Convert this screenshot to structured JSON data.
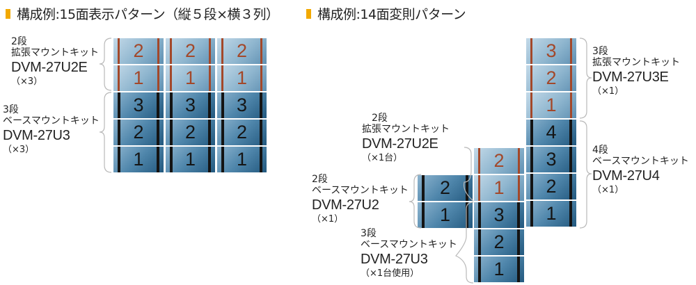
{
  "colors": {
    "bullet": "#f2a900",
    "extension": "#a3482a",
    "base": "#141414"
  },
  "left": {
    "title": "構成例:15面表示パターン（縦５段×横３列）",
    "columns": [
      [
        {
          "n": "2",
          "k": "ext"
        },
        {
          "n": "1",
          "k": "ext"
        },
        {
          "n": "3",
          "k": "base"
        },
        {
          "n": "2",
          "k": "base"
        },
        {
          "n": "1",
          "k": "base"
        }
      ],
      [
        {
          "n": "2",
          "k": "ext"
        },
        {
          "n": "1",
          "k": "ext"
        },
        {
          "n": "3",
          "k": "base"
        },
        {
          "n": "2",
          "k": "base"
        },
        {
          "n": "1",
          "k": "base"
        }
      ],
      [
        {
          "n": "2",
          "k": "ext"
        },
        {
          "n": "1",
          "k": "ext"
        },
        {
          "n": "3",
          "k": "base"
        },
        {
          "n": "2",
          "k": "base"
        },
        {
          "n": "1",
          "k": "base"
        }
      ]
    ],
    "labels": [
      {
        "tiers": "2段",
        "kind": "拡張マウントキット",
        "model": "DVM-27U2E",
        "qty": "（×3）"
      },
      {
        "tiers": "3段",
        "kind": "ベースマウントキット",
        "model": "DVM-27U3",
        "qty": "（×3）"
      }
    ]
  },
  "right": {
    "title": "構成例:14面変則パターン",
    "columns": [
      [
        {
          "n": "2",
          "k": "base"
        },
        {
          "n": "1",
          "k": "base"
        }
      ],
      [
        {
          "n": "2",
          "k": "ext"
        },
        {
          "n": "1",
          "k": "ext"
        },
        {
          "n": "3",
          "k": "base"
        },
        {
          "n": "2",
          "k": "base"
        },
        {
          "n": "1",
          "k": "base"
        }
      ],
      [
        {
          "n": "3",
          "k": "ext"
        },
        {
          "n": "2",
          "k": "ext"
        },
        {
          "n": "1",
          "k": "ext"
        },
        {
          "n": "4",
          "k": "base"
        },
        {
          "n": "3",
          "k": "base"
        },
        {
          "n": "2",
          "k": "base"
        },
        {
          "n": "1",
          "k": "base"
        }
      ]
    ],
    "labels": [
      {
        "tiers": "3段",
        "kind": "拡張マウントキット",
        "model": "DVM-27U3E",
        "qty": "（×1）"
      },
      {
        "tiers": "4段",
        "kind": "ベースマウントキット",
        "model": "DVM-27U4",
        "qty": "（×1）"
      },
      {
        "tiers": "2段",
        "kind": "拡張マウントキット",
        "model": "DVM-27U2E",
        "qty": "（×1台）"
      },
      {
        "tiers": "2段",
        "kind": "ベースマウントキット",
        "model": "DVM-27U2",
        "qty": "（×1）"
      },
      {
        "tiers": "3段",
        "kind": "ベースマウントキット",
        "model": "DVM-27U3",
        "qty": "（×1台使用）"
      }
    ]
  }
}
